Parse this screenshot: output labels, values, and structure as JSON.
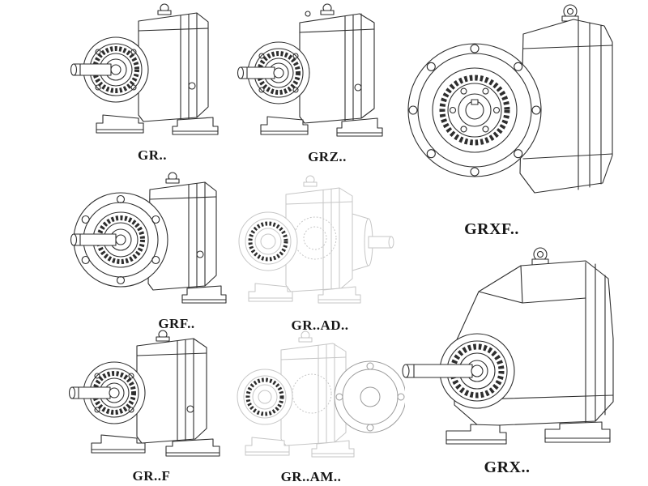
{
  "colors": {
    "ink": "#2e2e2e",
    "ghost": "#c6c6c6",
    "ghost_dark": "#9b9b9b",
    "background": "#ffffff"
  },
  "items": [
    {
      "id": "gr",
      "label": "GR.."
    },
    {
      "id": "grz",
      "label": "GRZ.."
    },
    {
      "id": "grxf",
      "label": "GRXF.."
    },
    {
      "id": "grf",
      "label": "GRF.."
    },
    {
      "id": "gr-ad",
      "label": "GR..AD.."
    },
    {
      "id": "gr-f",
      "label": "GR..F"
    },
    {
      "id": "gr-am",
      "label": "GR..AM.."
    },
    {
      "id": "grx",
      "label": "GRX.."
    }
  ]
}
